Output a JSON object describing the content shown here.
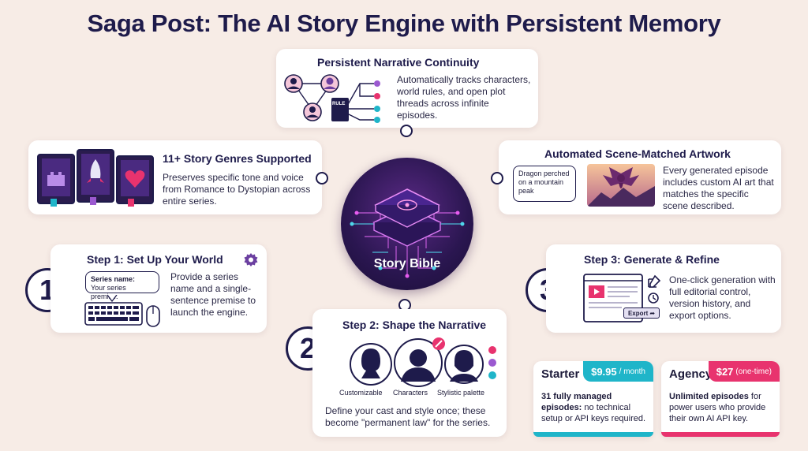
{
  "title": "Saga Post: The AI Story Engine with Persistent Memory",
  "hub": {
    "label": "Story Bible"
  },
  "continuity": {
    "title": "Persistent Narrative Continuity",
    "text": "Automatically tracks characters, world rules, and open plot threads across infinite episodes.",
    "book_label": "RULE"
  },
  "genres": {
    "title": "11+ Story Genres Supported",
    "text": "Preserves specific tone and voice from Romance to Dystopian across entire series."
  },
  "artwork": {
    "title": "Automated Scene-Matched Artwork",
    "prompt": "Dragon perched on a mountain peak",
    "text": "Every generated episode includes custom AI art that matches the specific scene described."
  },
  "step1": {
    "number": "1",
    "title": "Step 1: Set Up Your World",
    "input_label": "Series name:",
    "input_placeholder": "Your series premise.",
    "text": "Provide a series name and a single-sentence premise to launch the engine."
  },
  "step2": {
    "number": "2",
    "title": "Step 2: Shape the Narrative",
    "labels": [
      "Customizable",
      "Characters",
      "Stylistic palette"
    ],
    "text": "Define your cast and style once; these become \"permanent law\" for the series."
  },
  "step3": {
    "number": "3",
    "title": "Step 3: Generate & Refine",
    "export_label": "Export",
    "text": "One-click generation with full editorial control, version history, and export options."
  },
  "plans": [
    {
      "name": "Starter",
      "price": "$9.95",
      "period": "/ month",
      "desc_bold": "31 fully managed episodes:",
      "desc": " no technical setup or API keys required.",
      "color": "#1fb5c9"
    },
    {
      "name": "Agency",
      "price": "$27",
      "period": "(one-time)",
      "desc_bold": "Unlimited episodes",
      "desc": " for power users who provide their own AI API key.",
      "color": "#e8336e"
    }
  ],
  "colors": {
    "navy": "#1e1b4b",
    "purple": "#6b3fa0",
    "pink": "#e8336e",
    "cyan": "#1fb5c9",
    "background": "#f7ece6"
  }
}
